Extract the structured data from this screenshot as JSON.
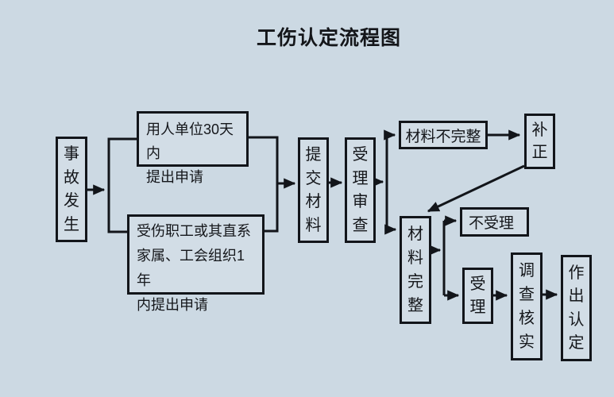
{
  "title": "工伤认定流程图",
  "colors": {
    "background": "#ccd9e3",
    "box_fill": "#d2dde6",
    "line": "#12151a",
    "text": "#14161a"
  },
  "nodes": {
    "accident": {
      "label": "事故发生"
    },
    "employer_application": {
      "lines": [
        "用人单位30天内",
        "提出申请"
      ]
    },
    "worker_application": {
      "lines": [
        "受伤职工或其直系",
        "家属、工会组织1年",
        "内提出申请"
      ]
    },
    "submit_materials": {
      "label": "提交材料"
    },
    "acceptance_review": {
      "label": "受理审查"
    },
    "materials_incomplete": {
      "label": "材料不完整"
    },
    "correction": {
      "label": "补正"
    },
    "materials_complete": {
      "label": "材料完整"
    },
    "not_accepted": {
      "label": "不受理"
    },
    "accepted": {
      "label": "受理"
    },
    "investigate_verify": {
      "label": "调查核实"
    },
    "make_determination": {
      "label": "作出认定"
    }
  }
}
